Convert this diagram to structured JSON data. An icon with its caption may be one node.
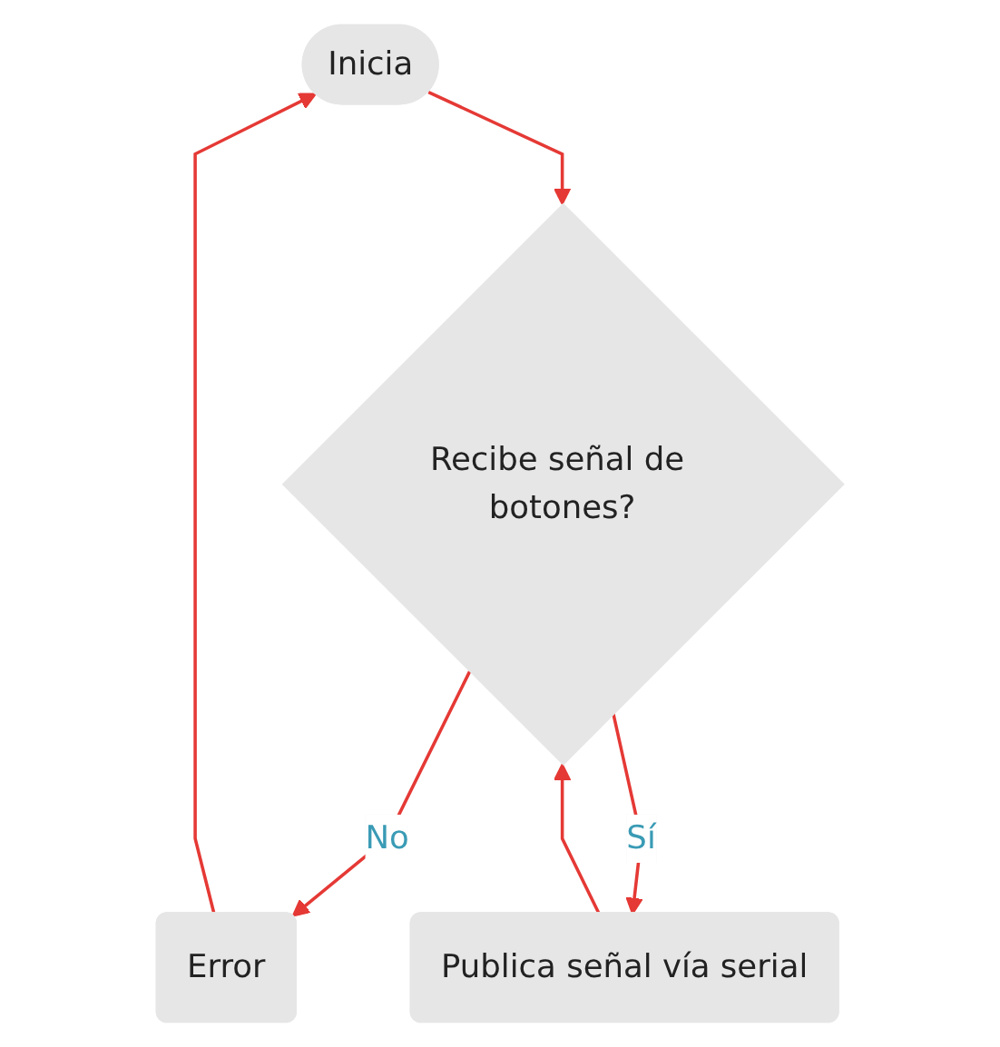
{
  "diagram": {
    "nodes": [
      {
        "text": [
          "Inicia"
        ]
      },
      {
        "text": [
          "Recibe señal de botones?"
        ]
      },
      {
        "text": [
          "Error"
        ]
      },
      {
        "text": [
          "Publica señal vía serial"
        ]
      }
    ],
    "edges": [
      {
        "from": 0,
        "to": 1,
        "arrow": "to"
      },
      {
        "from": 1,
        "to": 2,
        "arrow": "to",
        "label": "No"
      },
      {
        "from": 1,
        "to": 3,
        "arrow": "to",
        "label": "Sí"
      },
      {
        "from": 2,
        "to": 0,
        "arrow": "to"
      },
      {
        "from": 3,
        "to": 1,
        "arrow": "to"
      }
    ]
  }
}
